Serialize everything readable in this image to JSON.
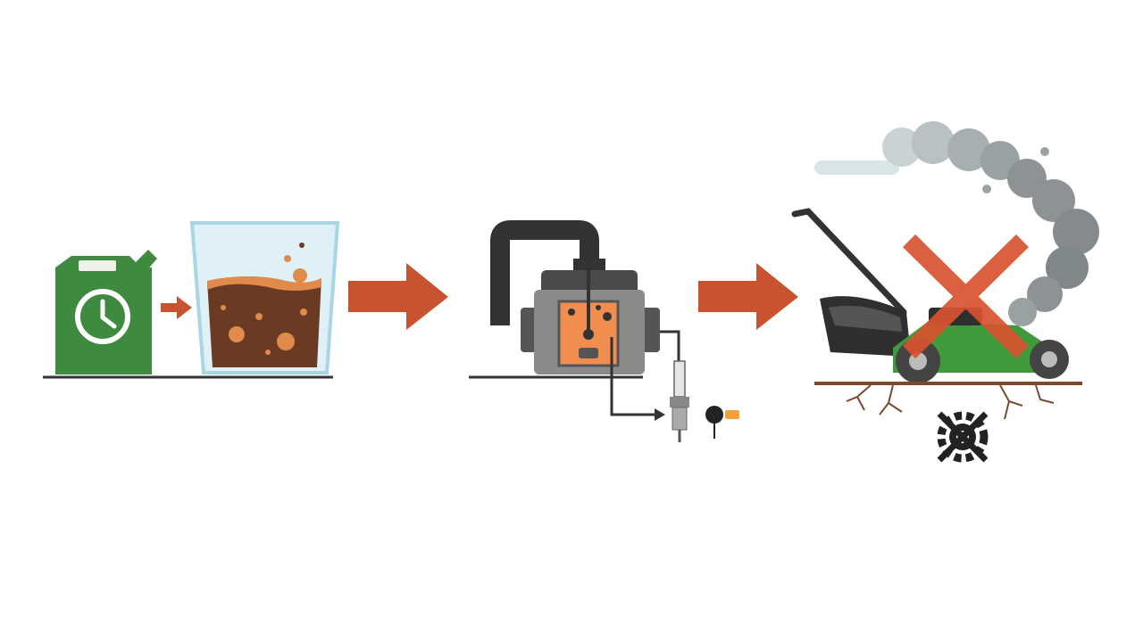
{
  "diagram": {
    "steps": [
      {
        "id": "old-fuel",
        "icons": [
          "fuel-can-icon",
          "clock-icon",
          "contaminated-fuel-glass-icon"
        ]
      },
      {
        "id": "clogged-carburetor",
        "icons": [
          "engine-carburetor-icon",
          "spark-plug-icon",
          "fouled-deposit-icon"
        ]
      },
      {
        "id": "mower-failure",
        "icons": [
          "lawn-mower-icon",
          "smoke-icon",
          "cross-mark-icon",
          "wrench-gear-icon"
        ]
      }
    ],
    "connectors": [
      "arrow-right-icon",
      "arrow-right-icon",
      "arrow-right-icon"
    ]
  },
  "colors": {
    "accent_arrow": "#c8532f",
    "fuel_can": "#3e8a3f",
    "fuel_sludge": "#6b3a22",
    "bubble": "#e08a4c",
    "engine_gray": "#8a8a8a",
    "engine_orange": "#f08d4f",
    "mower_green": "#3f9a3c",
    "smoke": "#8d9394",
    "ground": "#7a4a2e"
  }
}
